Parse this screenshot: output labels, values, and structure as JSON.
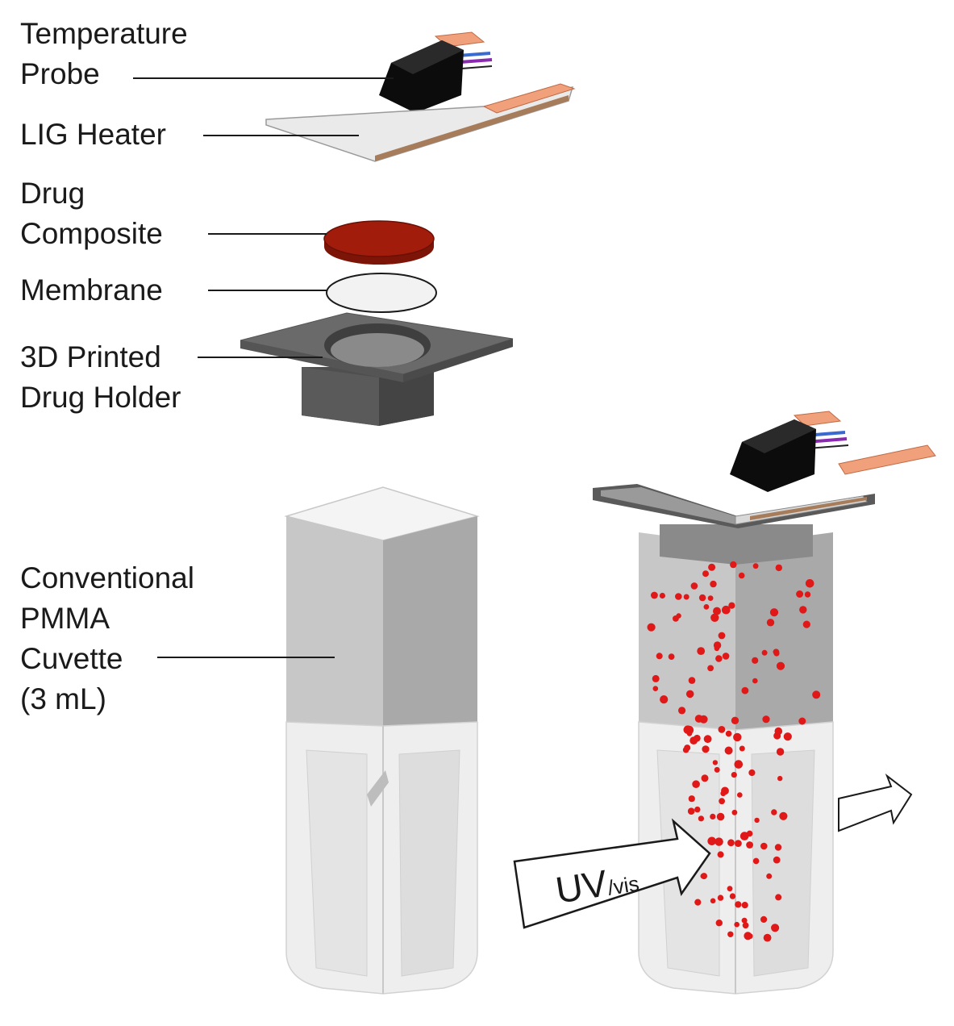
{
  "labels": {
    "temperature_probe": [
      "Temperature",
      "Probe"
    ],
    "lig_heater": "LIG Heater",
    "drug_composite": [
      "Drug",
      "Composite"
    ],
    "membrane": "Membrane",
    "drug_holder": [
      "3D Printed",
      "Drug Holder"
    ],
    "cuvette": [
      "Conventional",
      "PMMA",
      "Cuvette",
      "(3 mL)"
    ]
  },
  "beam": {
    "uv": "UV",
    "vis": "/vis"
  },
  "colors": {
    "drug": "#a21c0b",
    "drug_dark": "#7c1408",
    "copper": "#f0a07a",
    "holder_top": "#6a6a6a",
    "holder_side": "#4f4f4f",
    "particle": "#e01818",
    "cuvette_fill": "#cfcfcf"
  }
}
